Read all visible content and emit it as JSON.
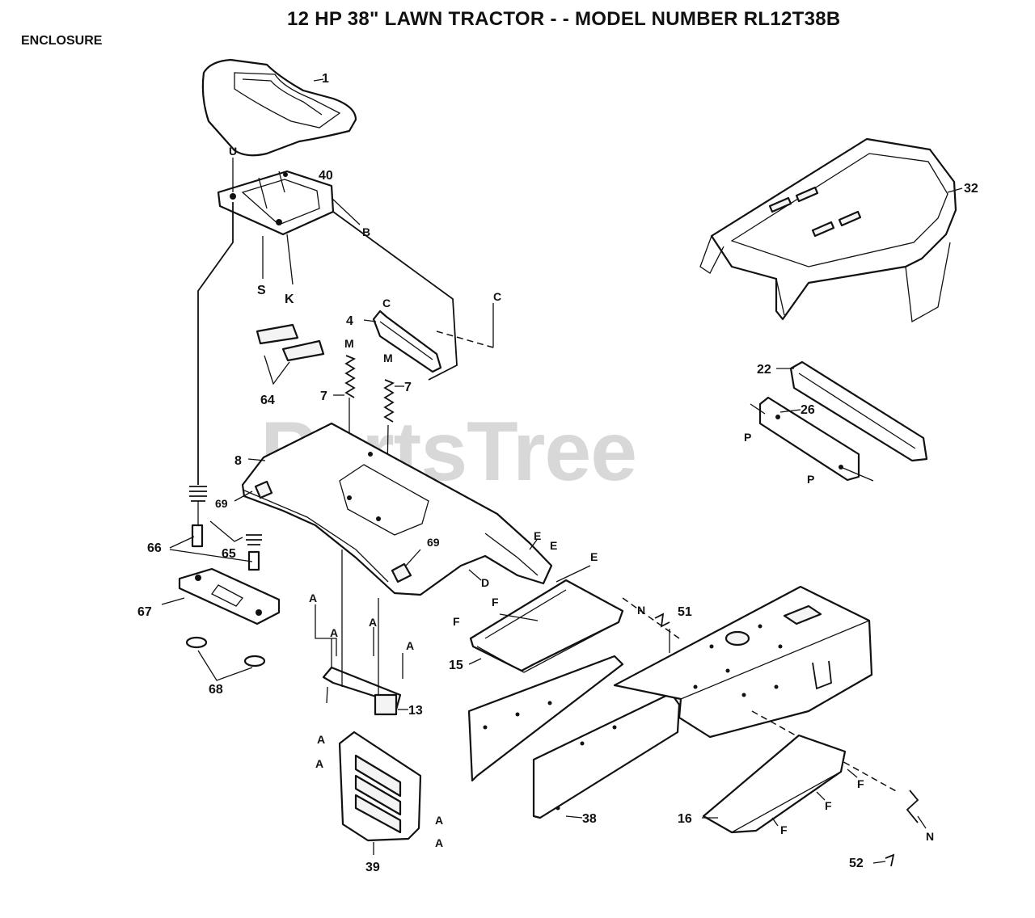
{
  "header": {
    "title": "12 HP 38\" LAWN TRACTOR - - MODEL NUMBER RL12T38B",
    "section": "ENCLOSURE"
  },
  "watermark": "PartsTree",
  "callouts": {
    "p1": "1",
    "p4": "4",
    "p7a": "7",
    "p7b": "7",
    "p8": "8",
    "p13": "13",
    "p15": "15",
    "p16": "16",
    "p22": "22",
    "p26": "26",
    "p32": "32",
    "p38": "38",
    "p39": "39",
    "p40": "40",
    "p51": "51",
    "p52": "52",
    "p64": "64",
    "p65": "65",
    "p66": "66",
    "p67": "67",
    "p68": "68",
    "p69a": "69",
    "p69b": "69"
  },
  "refs": {
    "u": "U",
    "b": "B",
    "s": "S",
    "k": "K",
    "c1": "C",
    "c2": "C",
    "m1": "M",
    "m2": "M",
    "e1": "E",
    "e2": "E",
    "e3": "E",
    "d": "D",
    "a1": "A",
    "a2": "A",
    "a3": "A",
    "a4": "A",
    "a5": "A",
    "a6": "A",
    "a7": "A",
    "a8": "A",
    "f1": "F",
    "f2": "F",
    "f3": "F",
    "f4": "F",
    "f5": "F",
    "n1": "N",
    "n2": "N",
    "p1": "P",
    "p2": "P"
  }
}
